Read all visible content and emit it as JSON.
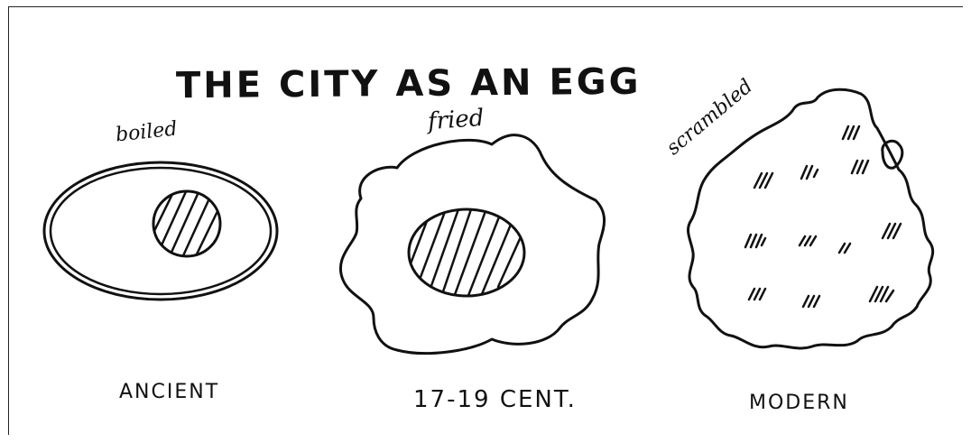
{
  "title": "THE CITY AS AN EGG",
  "eggs": [
    {
      "style": "boiled",
      "era": "ANCIENT"
    },
    {
      "style": "fried",
      "era": "17-19 CENT."
    },
    {
      "style": "scrambled",
      "era": "MODERN"
    }
  ],
  "colors": {
    "ink": "#111111",
    "paper": "#ffffff"
  }
}
